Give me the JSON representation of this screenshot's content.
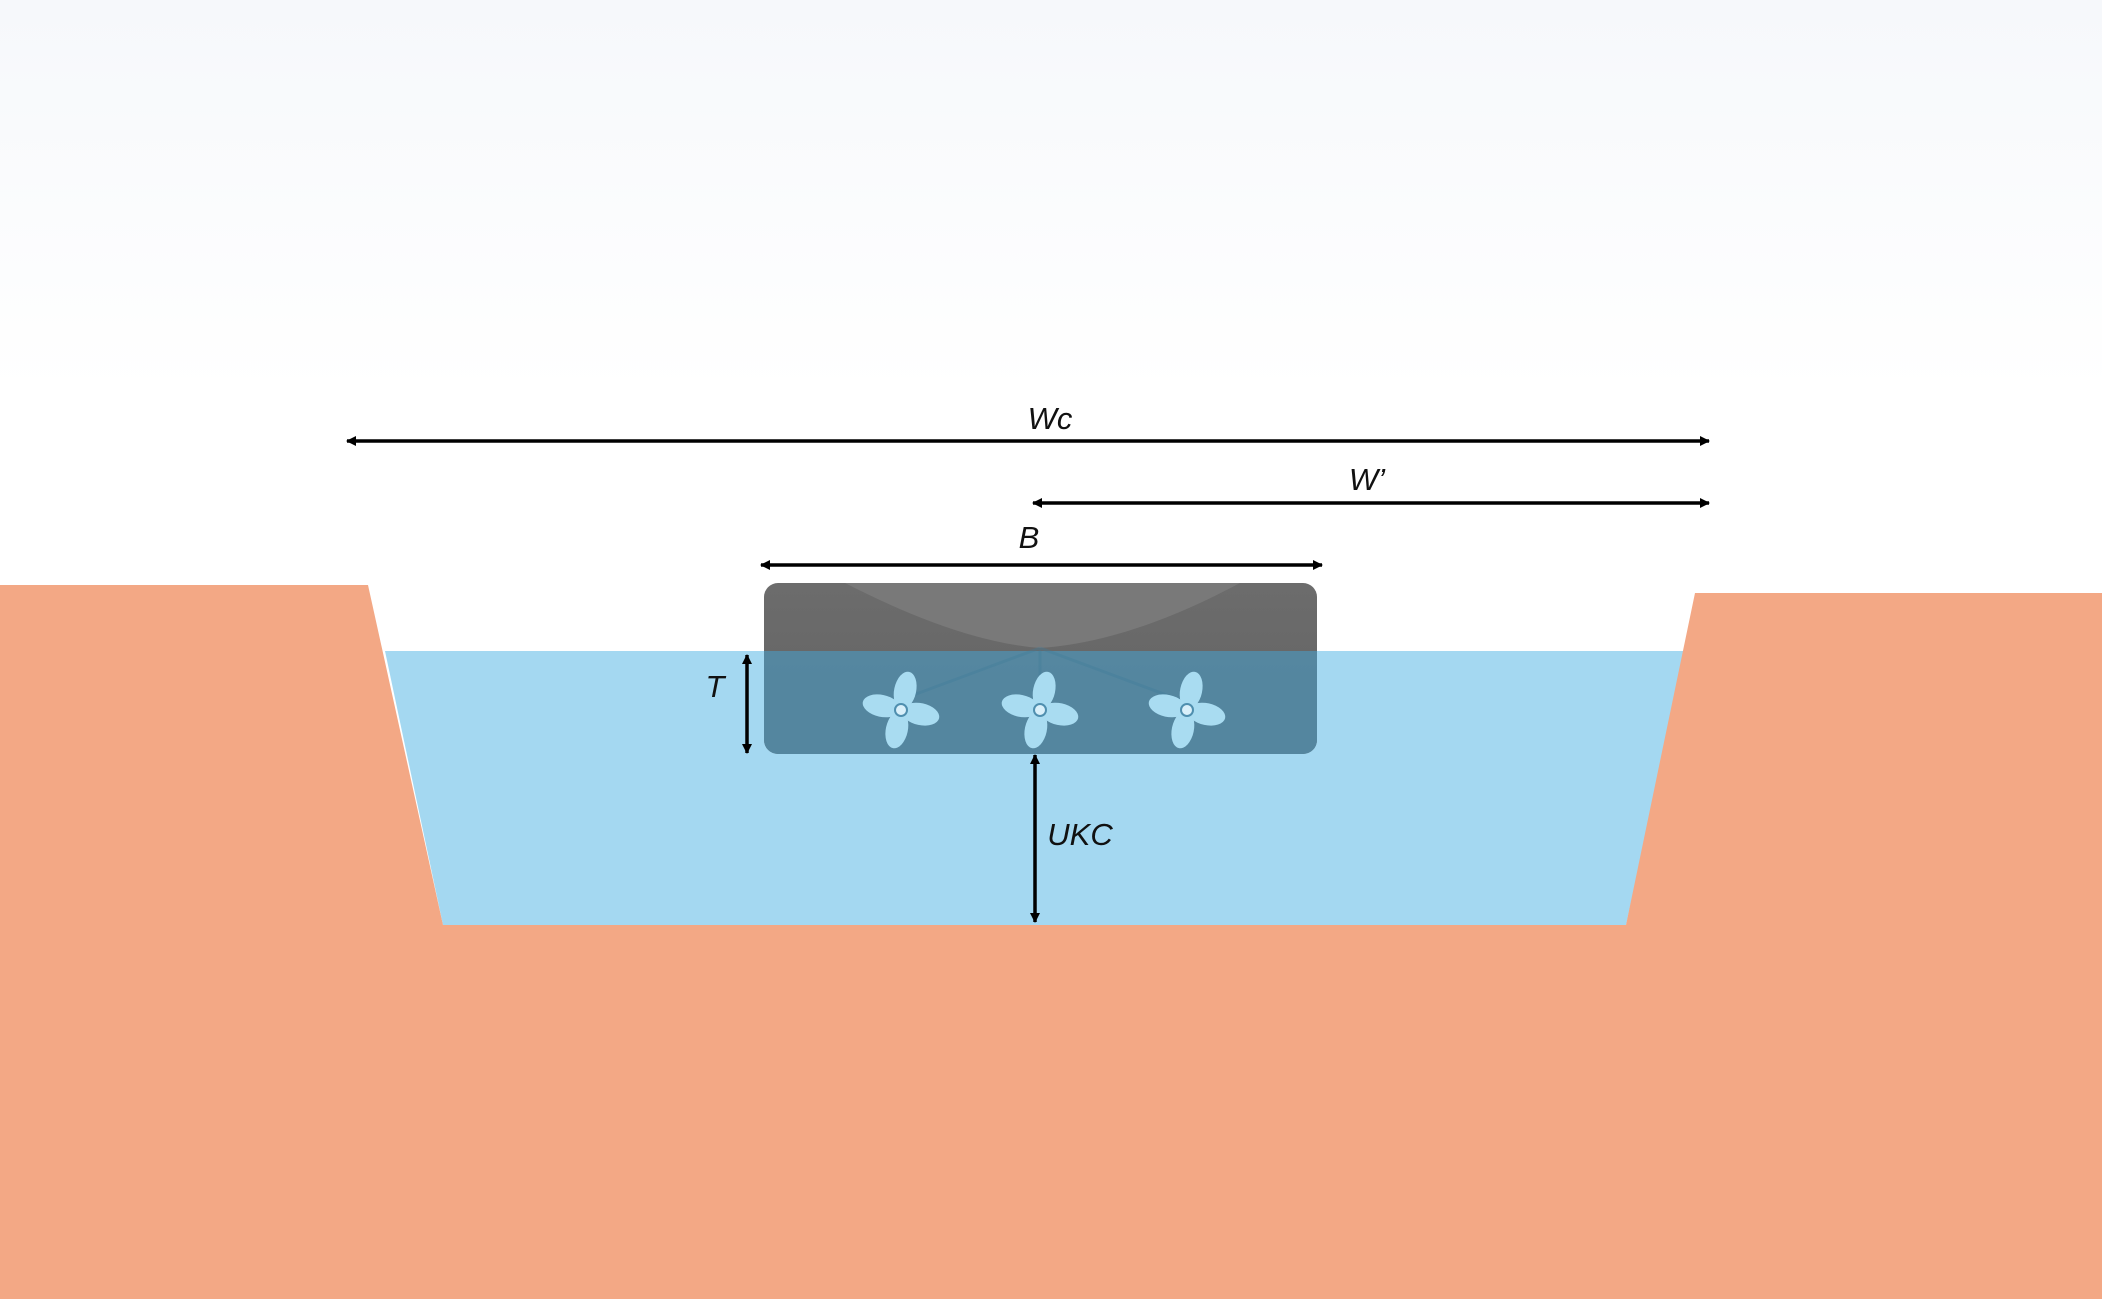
{
  "diagram": {
    "labels": {
      "channel_width": "Wc",
      "half_width": "W’",
      "beam": "B",
      "draft": "T",
      "under_keel_clearance": "UKC"
    },
    "propeller_count": 3,
    "colors": {
      "seabed": "#f3a885",
      "water": "#a4d8f1",
      "hull": "#6b6b6b",
      "hull_submerged": "#5b91aa",
      "propeller": "#a9dcf1",
      "dimension_line": "#000000",
      "sky_top": "#f7f9fc",
      "sky_bottom": "#ffffff"
    }
  }
}
